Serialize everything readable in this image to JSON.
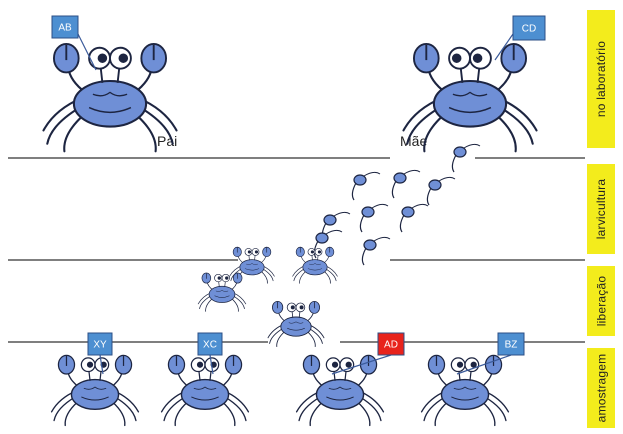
{
  "stages": [
    {
      "label": "no laboratório"
    },
    {
      "label": "larvicultura"
    },
    {
      "label": "liberação"
    },
    {
      "label": "amostragem"
    }
  ],
  "parents": [
    {
      "role": "Pai",
      "genotype": "AB"
    },
    {
      "role": "Mãe",
      "genotype": "CD"
    }
  ],
  "offspring": [
    {
      "genotype": "XY",
      "highlight": false
    },
    {
      "genotype": "XC",
      "highlight": false
    },
    {
      "genotype": "AD",
      "highlight": true
    },
    {
      "genotype": "BZ",
      "highlight": false
    }
  ],
  "colors": {
    "stage_label_bg": "#f3ec1c",
    "tag_blue": "#4d8fd1",
    "tag_red": "#e8231c",
    "crab_fill": "#6f8fd6",
    "crab_stroke": "#1d2541"
  }
}
